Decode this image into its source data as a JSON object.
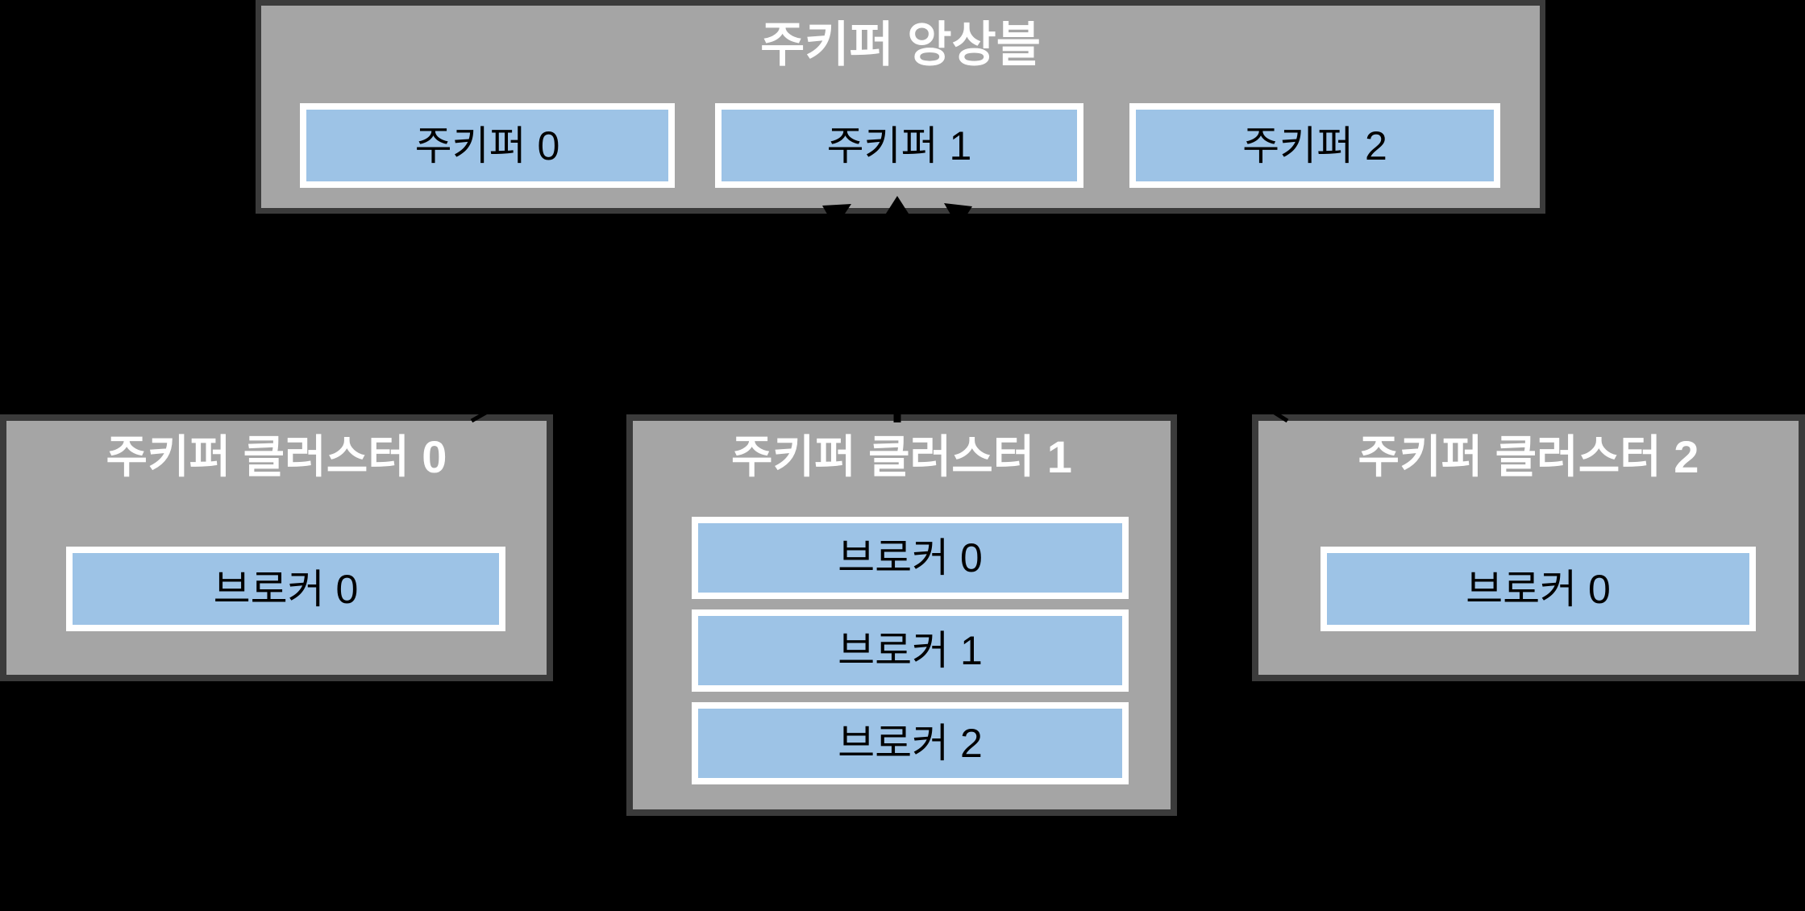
{
  "ensemble": {
    "title": "주키퍼 앙상블",
    "nodes": [
      {
        "label": "주키퍼 0"
      },
      {
        "label": "주키퍼 1"
      },
      {
        "label": "주키퍼 2"
      }
    ]
  },
  "clusters": [
    {
      "title": "주키퍼 클러스터 0",
      "brokers": [
        {
          "label": "브로커 0"
        }
      ]
    },
    {
      "title": "주키퍼 클러스터 1",
      "brokers": [
        {
          "label": "브로커 0"
        },
        {
          "label": "브로커 1"
        },
        {
          "label": "브로커 2"
        }
      ]
    },
    {
      "title": "주키퍼 클러스터 2",
      "brokers": [
        {
          "label": "브로커 0"
        }
      ]
    }
  ],
  "colors": {
    "background": "#000000",
    "container_fill": "#a5a5a5",
    "container_border": "#3b3b3b",
    "node_fill": "#9dc3e6",
    "node_border": "#ffffff",
    "title_text": "#ffffff",
    "node_text": "#000000",
    "arrow": "#000000"
  }
}
